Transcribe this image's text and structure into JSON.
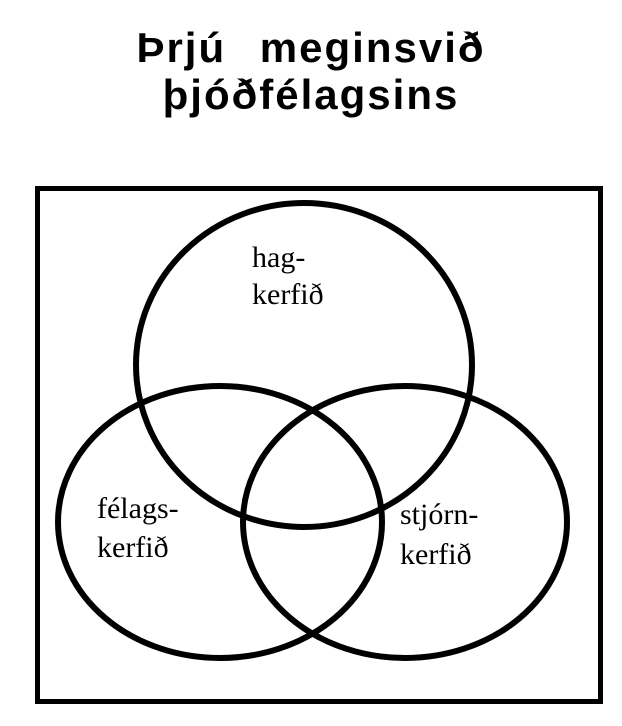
{
  "title": {
    "line1": "Þrjú meginsvið",
    "line2": "þjóðfélagsins"
  },
  "venn": {
    "sets": [
      {
        "name": "hagkerfið",
        "label_lines": [
          "hag-",
          "kerfið"
        ]
      },
      {
        "name": "félagskerfið",
        "label_lines": [
          "félags-",
          "kerfið"
        ]
      },
      {
        "name": "stjórnkerfið",
        "label_lines": [
          "stjórn-",
          "kerfið"
        ]
      }
    ]
  },
  "colors": {
    "ink": "#000000",
    "paper": "#ffffff"
  }
}
